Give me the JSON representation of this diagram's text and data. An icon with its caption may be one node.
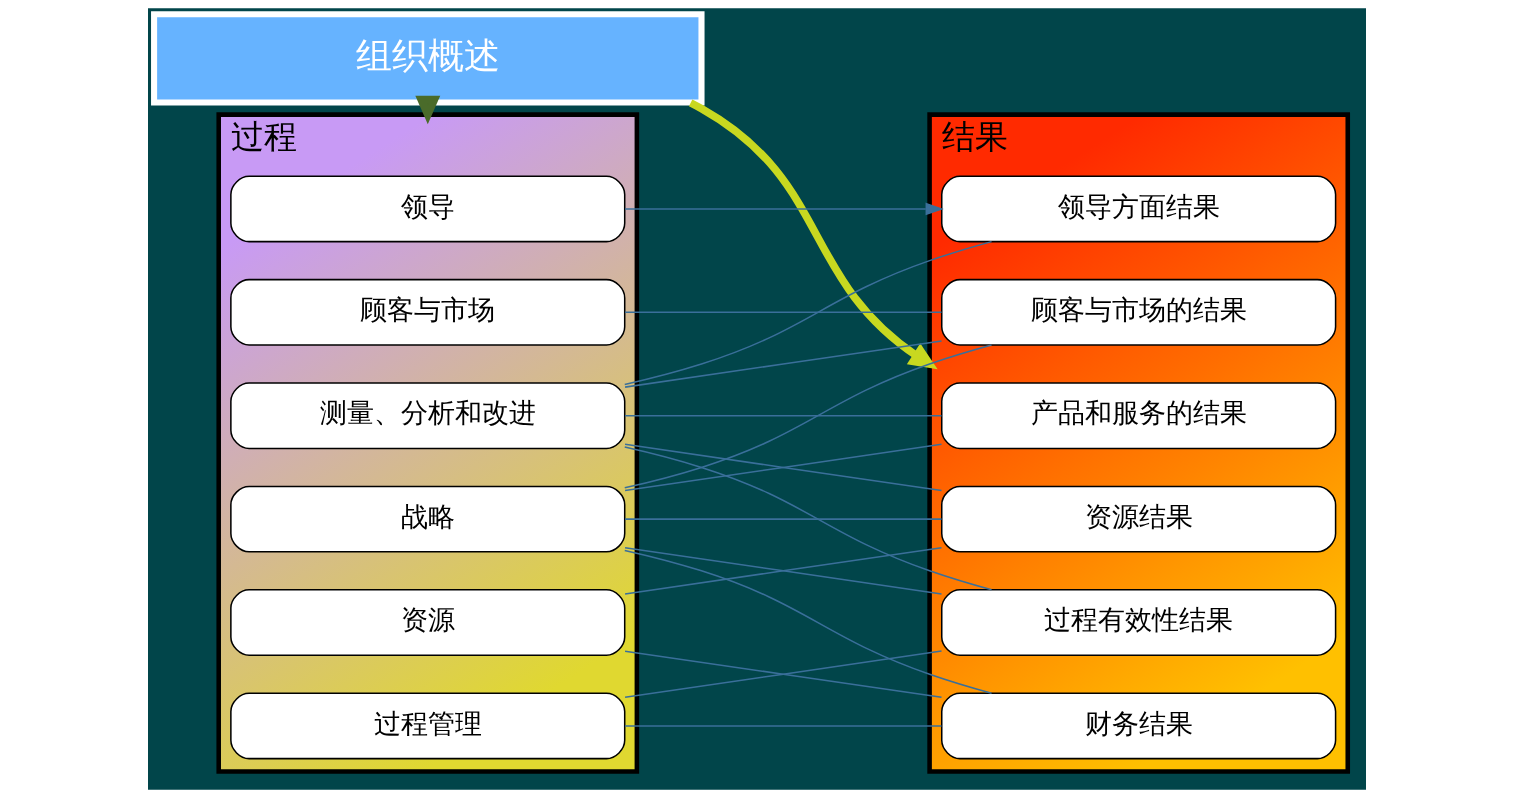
{
  "diagram": {
    "nodes": [
      {
        "text": [
          "组织概述"
        ]
      },
      {
        "text": [
          "过程"
        ]
      },
      {
        "text": [
          "领导"
        ],
        "in": 1
      },
      {
        "text": [
          "战略"
        ],
        "in": 1
      },
      {
        "text": [
          "顾客与市场"
        ],
        "in": 1
      },
      {
        "text": [
          "资源"
        ],
        "in": 1
      },
      {
        "text": [
          "过程管理"
        ],
        "in": 1
      },
      {
        "text": [
          "测量、分析和改进"
        ],
        "in": 1
      },
      {
        "text": [
          "结果"
        ]
      },
      {
        "text": [
          "产品和服务的结果"
        ],
        "in": 8
      },
      {
        "text": [
          "顾客与市场的结果"
        ],
        "in": 8
      },
      {
        "text": [
          "财务结果"
        ],
        "in": 8
      },
      {
        "text": [
          "资源结果"
        ],
        "in": 8
      },
      {
        "text": [
          "过程有效性结果"
        ],
        "in": 8
      },
      {
        "text": [
          "领导方面结果"
        ],
        "in": 8
      }
    ],
    "edges": [
      {
        "from": 0,
        "to": 1,
        "arrow": "to",
        "style": "thick",
        "color": "#4a6b2a"
      },
      {
        "from": 0,
        "to": 8,
        "arrow": "to",
        "style": "thick",
        "color": "#c8d820"
      },
      {
        "from": 2,
        "to": 14,
        "arrow": "to"
      },
      {
        "from": 3,
        "to": 9,
        "arrow": "none"
      },
      {
        "from": 3,
        "to": 10,
        "arrow": "none"
      },
      {
        "from": 3,
        "to": 11,
        "arrow": "none"
      },
      {
        "from": 3,
        "to": 12,
        "arrow": "none"
      },
      {
        "from": 3,
        "to": 13,
        "arrow": "none"
      },
      {
        "from": 4,
        "to": 10,
        "arrow": "none"
      },
      {
        "from": 5,
        "to": 11,
        "arrow": "none"
      },
      {
        "from": 5,
        "to": 12,
        "arrow": "none"
      },
      {
        "from": 6,
        "to": 11,
        "arrow": "none"
      },
      {
        "from": 6,
        "to": 13,
        "arrow": "none"
      },
      {
        "from": 7,
        "to": 9,
        "arrow": "none"
      },
      {
        "from": 7,
        "to": 10,
        "arrow": "none"
      },
      {
        "from": 7,
        "to": 12,
        "arrow": "none"
      },
      {
        "from": 7,
        "to": 13,
        "arrow": "none"
      },
      {
        "from": 7,
        "to": 14,
        "arrow": "none"
      }
    ]
  }
}
